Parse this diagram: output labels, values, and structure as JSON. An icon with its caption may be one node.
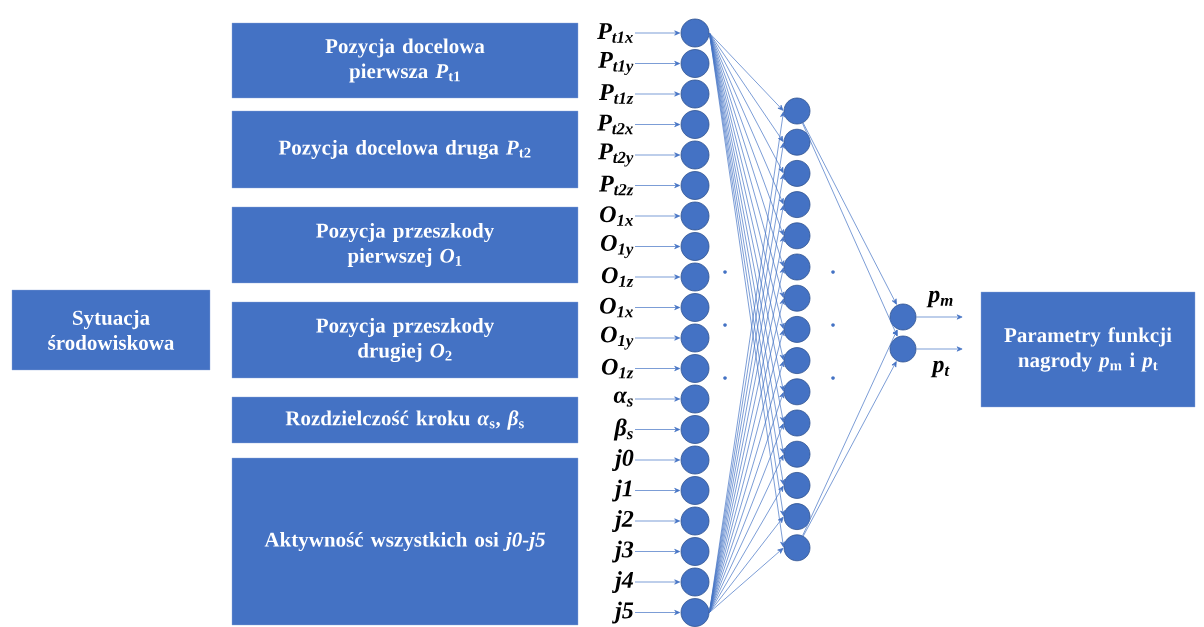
{
  "diagram": {
    "nodes": [
      {
        "text": [
          "Sytuacja środowiskowa"
        ]
      },
      {
        "text": [
          "Pozycja docelowa pierwsza *P*$_{t1}$"
        ]
      },
      {
        "text": [
          "Pozycja docelowa druga *P*$_{t2}$"
        ]
      },
      {
        "text": [
          "Pozycja przeszkody pierwszej *O*$_{1}$"
        ]
      },
      {
        "text": [
          "Pozycja przeszkody drugiej *O*$_{2}$"
        ]
      },
      {
        "text": [
          "Rozdzielczość kroku *α*$_{s}$, *β*$_{s}$"
        ]
      },
      {
        "text": [
          "Aktywność wszystkich osi *j0-j5*"
        ]
      },
      {
        "text": [
          "P$_{t1x}$"
        ]
      },
      {
        "text": [
          "P$_{t1y}$"
        ]
      },
      {
        "text": [
          "P$_{t1z}$"
        ]
      },
      {
        "text": [
          "P$_{t2x}$"
        ]
      },
      {
        "text": [
          "P$_{t2y}$"
        ]
      },
      {
        "text": [
          "P$_{t2z}$"
        ]
      },
      {
        "text": [
          "O$_{1x}$"
        ]
      },
      {
        "text": [
          "O$_{1y}$"
        ]
      },
      {
        "text": [
          "O$_{1z}$"
        ]
      },
      {
        "text": [
          "O$_{1x}$"
        ]
      },
      {
        "text": [
          "O$_{1y}$"
        ]
      },
      {
        "text": [
          "O$_{1z}$"
        ]
      },
      {
        "text": [
          "α$_{s}$"
        ]
      },
      {
        "text": [
          "β$_{s}$"
        ]
      },
      {
        "text": [
          "j0"
        ]
      },
      {
        "text": [
          "j1"
        ]
      },
      {
        "text": [
          "j2"
        ]
      },
      {
        "text": [
          "j3"
        ]
      },
      {
        "text": [
          "j4"
        ]
      },
      {
        "text": [
          "j5"
        ]
      },
      {
        "text": [],
        "shape": "circle"
      },
      {
        "text": [],
        "shape": "circle"
      },
      {
        "text": [],
        "shape": "circle"
      },
      {
        "text": [],
        "shape": "circle"
      },
      {
        "text": [],
        "shape": "circle"
      },
      {
        "text": [],
        "shape": "circle"
      },
      {
        "text": [],
        "shape": "circle"
      },
      {
        "text": [],
        "shape": "circle"
      },
      {
        "text": [],
        "shape": "circle"
      },
      {
        "text": [],
        "shape": "circle"
      },
      {
        "text": [],
        "shape": "circle"
      },
      {
        "text": [],
        "shape": "circle"
      },
      {
        "text": [],
        "shape": "circle"
      },
      {
        "text": [],
        "shape": "circle"
      },
      {
        "text": [],
        "shape": "circle"
      },
      {
        "text": [],
        "shape": "circle"
      },
      {
        "text": [],
        "shape": "circle"
      },
      {
        "text": [],
        "shape": "circle"
      },
      {
        "text": [],
        "shape": "circle"
      },
      {
        "text": [],
        "shape": "circle"
      },
      {
        "text": [],
        "shape": "circle"
      },
      {
        "text": [],
        "shape": "circle"
      },
      {
        "text": [],
        "shape": "circle"
      },
      {
        "text": [],
        "shape": "circle"
      },
      {
        "text": [],
        "shape": "circle"
      },
      {
        "text": [],
        "shape": "circle"
      },
      {
        "text": [],
        "shape": "circle"
      },
      {
        "text": [],
        "shape": "circle"
      },
      {
        "text": [],
        "shape": "circle"
      },
      {
        "text": [],
        "shape": "circle"
      },
      {
        "text": [],
        "shape": "circle"
      },
      {
        "text": [],
        "shape": "circle"
      },
      {
        "text": [],
        "shape": "circle"
      },
      {
        "text": [],
        "shape": "circle"
      },
      {
        "text": [],
        "shape": "circle"
      },
      {
        "text": [],
        "shape": "circle"
      },
      {
        "text": [],
        "shape": "circle"
      },
      {
        "text": [
          "Parametry funkcji nagrody *p*$_{m}$ i *p*$_{t}$"
        ]
      }
    ],
    "edges": [
      {
        "from": 7,
        "to": 27,
        "arrow": "to"
      },
      {
        "from": 8,
        "to": 28,
        "arrow": "to"
      },
      {
        "from": 9,
        "to": 29,
        "arrow": "to"
      },
      {
        "from": 10,
        "to": 30,
        "arrow": "to"
      },
      {
        "from": 11,
        "to": 31,
        "arrow": "to"
      },
      {
        "from": 12,
        "to": 32,
        "arrow": "to"
      },
      {
        "from": 13,
        "to": 33,
        "arrow": "to"
      },
      {
        "from": 14,
        "to": 34,
        "arrow": "to"
      },
      {
        "from": 15,
        "to": 35,
        "arrow": "to"
      },
      {
        "from": 16,
        "to": 36,
        "arrow": "to"
      },
      {
        "from": 17,
        "to": 37,
        "arrow": "to"
      },
      {
        "from": 18,
        "to": 38,
        "arrow": "to"
      },
      {
        "from": 19,
        "to": 39,
        "arrow": "to"
      },
      {
        "from": 20,
        "to": 40,
        "arrow": "to"
      },
      {
        "from": 21,
        "to": 41,
        "arrow": "to"
      },
      {
        "from": 22,
        "to": 42,
        "arrow": "to"
      },
      {
        "from": 23,
        "to": 43,
        "arrow": "to"
      },
      {
        "from": 24,
        "to": 44,
        "arrow": "to"
      },
      {
        "from": 25,
        "to": 45,
        "arrow": "to"
      },
      {
        "from": 26,
        "to": 46,
        "arrow": "to"
      },
      {
        "from": 27,
        "to": 47,
        "arrow": "to"
      },
      {
        "from": 27,
        "to": 48,
        "arrow": "to"
      },
      {
        "from": 27,
        "to": 49,
        "arrow": "to"
      },
      {
        "from": 27,
        "to": 50,
        "arrow": "to"
      },
      {
        "from": 27,
        "to": 51,
        "arrow": "to"
      },
      {
        "from": 27,
        "to": 52,
        "arrow": "to"
      },
      {
        "from": 27,
        "to": 53,
        "arrow": "to"
      },
      {
        "from": 27,
        "to": 54,
        "arrow": "to"
      },
      {
        "from": 27,
        "to": 55,
        "arrow": "to"
      },
      {
        "from": 27,
        "to": 56,
        "arrow": "to"
      },
      {
        "from": 27,
        "to": 57,
        "arrow": "to"
      },
      {
        "from": 27,
        "to": 58,
        "arrow": "to"
      },
      {
        "from": 27,
        "to": 59,
        "arrow": "to"
      },
      {
        "from": 27,
        "to": 60,
        "arrow": "to"
      },
      {
        "from": 27,
        "to": 61,
        "arrow": "to"
      },
      {
        "from": 46,
        "to": 47,
        "arrow": "to"
      },
      {
        "from": 46,
        "to": 48,
        "arrow": "to"
      },
      {
        "from": 46,
        "to": 49,
        "arrow": "to"
      },
      {
        "from": 46,
        "to": 50,
        "arrow": "to"
      },
      {
        "from": 46,
        "to": 51,
        "arrow": "to"
      },
      {
        "from": 46,
        "to": 52,
        "arrow": "to"
      },
      {
        "from": 46,
        "to": 53,
        "arrow": "to"
      },
      {
        "from": 46,
        "to": 54,
        "arrow": "to"
      },
      {
        "from": 46,
        "to": 55,
        "arrow": "to"
      },
      {
        "from": 46,
        "to": 56,
        "arrow": "to"
      },
      {
        "from": 46,
        "to": 57,
        "arrow": "to"
      },
      {
        "from": 46,
        "to": 58,
        "arrow": "to"
      },
      {
        "from": 46,
        "to": 59,
        "arrow": "to"
      },
      {
        "from": 46,
        "to": 60,
        "arrow": "to"
      },
      {
        "from": 46,
        "to": 61,
        "arrow": "to"
      },
      {
        "from": 47,
        "to": 62,
        "arrow": "to"
      },
      {
        "from": 47,
        "to": 63,
        "arrow": "to"
      },
      {
        "from": 61,
        "to": 62,
        "arrow": "to"
      },
      {
        "from": 61,
        "to": 63,
        "arrow": "to"
      },
      {
        "from": 62,
        "to": null,
        "arrow": "to",
        "label": "p$_{m}$"
      },
      {
        "from": 63,
        "to": null,
        "arrow": "to",
        "label": "p$_{t}$"
      }
    ]
  }
}
